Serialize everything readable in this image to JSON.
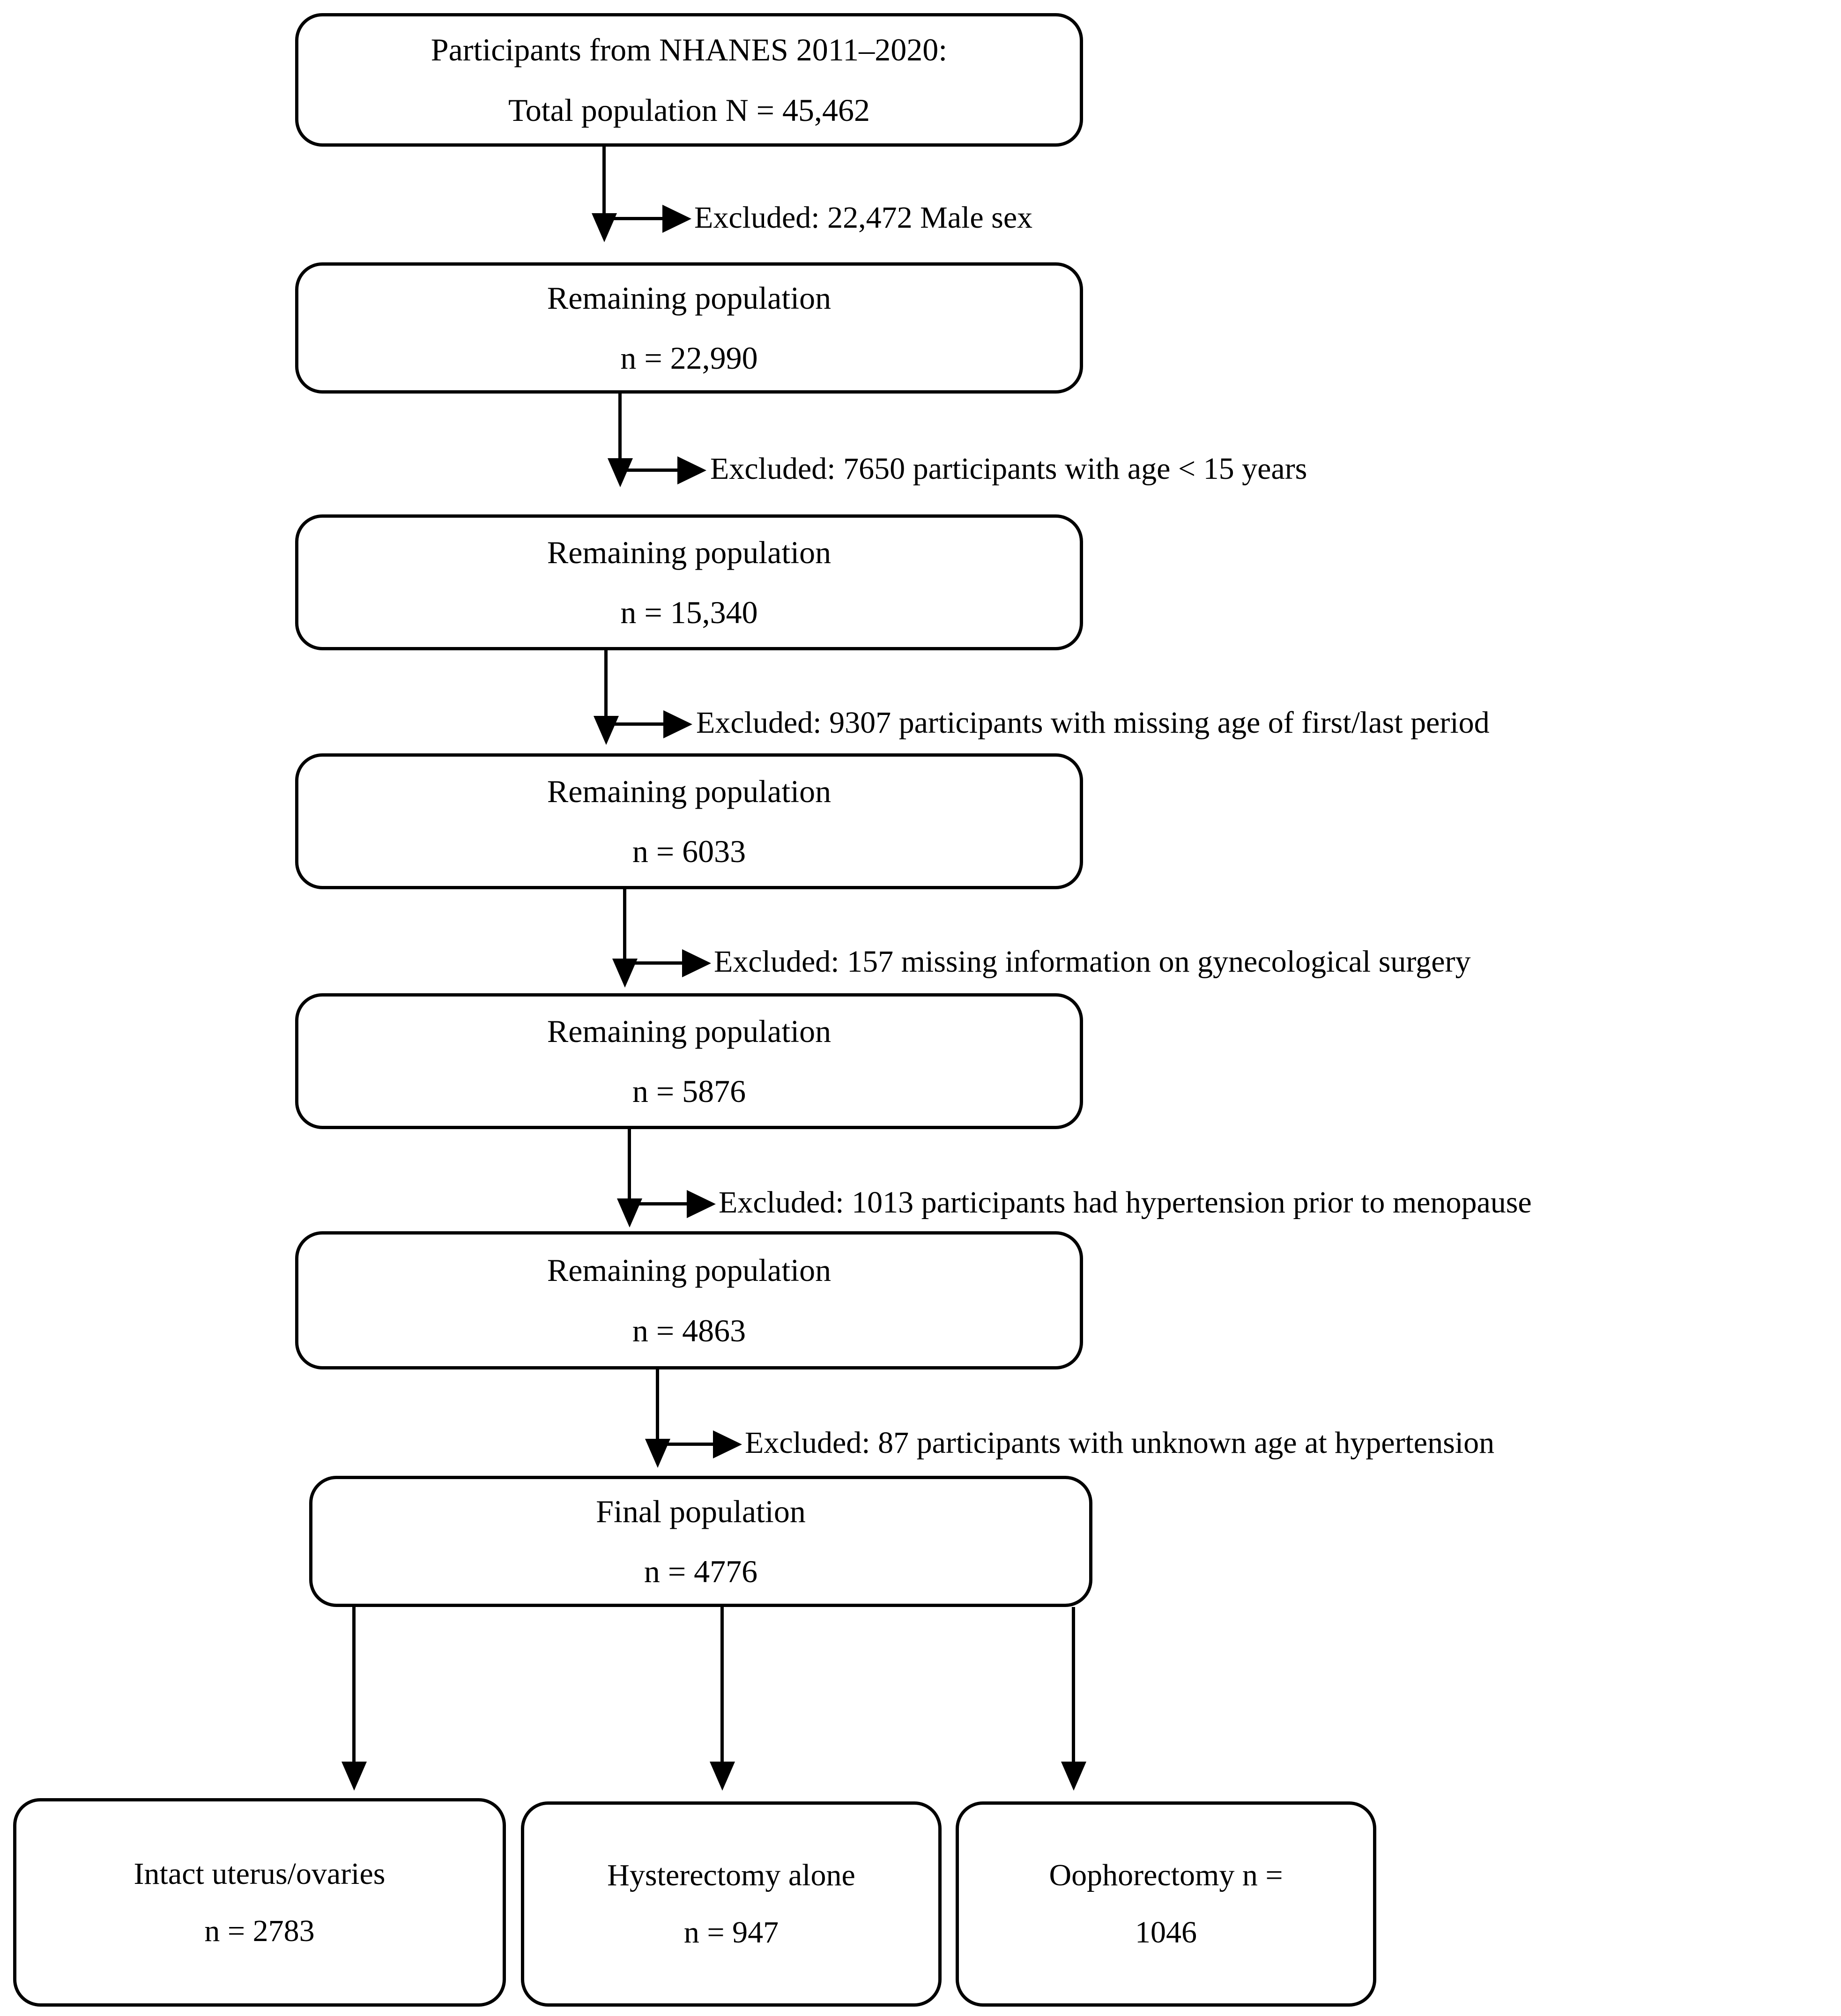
{
  "diagram": {
    "title": "NHANES participant selection flowchart",
    "stroke_color": "#000000",
    "background_color": "#ffffff",
    "nodes": [
      {
        "id": "total-population",
        "line1": "Participants from NHANES 2011–2020:",
        "line2": "Total population N = 45,462"
      },
      {
        "id": "remaining-1",
        "line1": "Remaining population",
        "line2": "n = 22,990"
      },
      {
        "id": "remaining-2",
        "line1": "Remaining population",
        "line2": "n = 15,340"
      },
      {
        "id": "remaining-3",
        "line1": "Remaining population",
        "line2": "n = 6033"
      },
      {
        "id": "remaining-4",
        "line1": "Remaining population",
        "line2": "n = 5876"
      },
      {
        "id": "remaining-5",
        "line1": "Remaining population",
        "line2": "n = 4863"
      },
      {
        "id": "final-population",
        "line1": "Final population",
        "line2": "n = 4776"
      }
    ],
    "exclusions": [
      {
        "id": "exclusion-1",
        "label": "Excluded: 22,472 Male sex"
      },
      {
        "id": "exclusion-2",
        "label": "Excluded: 7650 participants with age < 15 years"
      },
      {
        "id": "exclusion-3",
        "label": "Excluded: 9307 participants with missing age of first/last period"
      },
      {
        "id": "exclusion-4",
        "label": "Excluded: 157 missing information on gynecological surgery"
      },
      {
        "id": "exclusion-5",
        "label": "Excluded: 1013 participants had hypertension prior to menopause"
      },
      {
        "id": "exclusion-6",
        "label": "Excluded: 87 participants with unknown age at hypertension"
      }
    ],
    "terminal_nodes": [
      {
        "id": "intact-uterus-ovaries",
        "line1": "Intact uterus/ovaries",
        "line2": "n = 2783"
      },
      {
        "id": "hysterectomy-alone",
        "line1": "Hysterectomy alone",
        "line2": "n = 947"
      },
      {
        "id": "oophorectomy",
        "line1": "Oophorectomy n =",
        "line2": "1046"
      }
    ]
  }
}
